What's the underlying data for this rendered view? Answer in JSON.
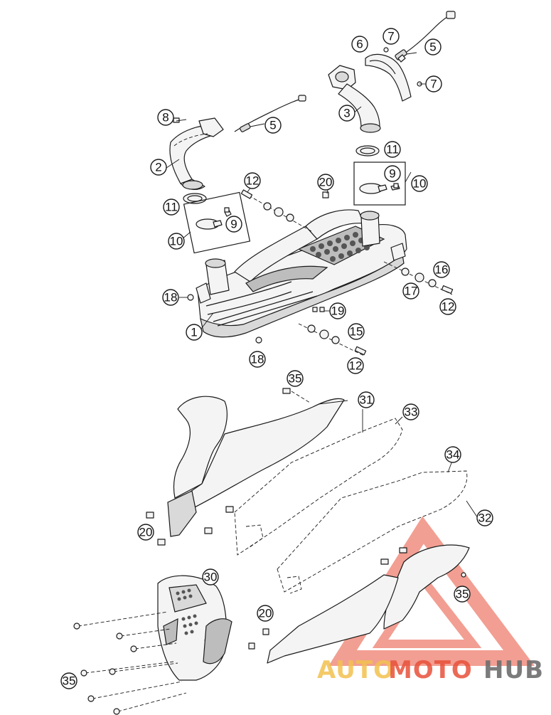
{
  "diagram": {
    "callouts": [
      {
        "id": "c1",
        "label": "1"
      },
      {
        "id": "c2",
        "label": "2"
      },
      {
        "id": "c3",
        "label": "3"
      },
      {
        "id": "c5a",
        "label": "5"
      },
      {
        "id": "c5b",
        "label": "5"
      },
      {
        "id": "c6",
        "label": "6"
      },
      {
        "id": "c7a",
        "label": "7"
      },
      {
        "id": "c7b",
        "label": "7"
      },
      {
        "id": "c8",
        "label": "8"
      },
      {
        "id": "c9a",
        "label": "9"
      },
      {
        "id": "c9b",
        "label": "9"
      },
      {
        "id": "c10a",
        "label": "10"
      },
      {
        "id": "c10b",
        "label": "10"
      },
      {
        "id": "c11a",
        "label": "11"
      },
      {
        "id": "c11b",
        "label": "11"
      },
      {
        "id": "c12a",
        "label": "12"
      },
      {
        "id": "c12b",
        "label": "12"
      },
      {
        "id": "c12c",
        "label": "12"
      },
      {
        "id": "c15",
        "label": "15"
      },
      {
        "id": "c16",
        "label": "16"
      },
      {
        "id": "c17",
        "label": "17"
      },
      {
        "id": "c18a",
        "label": "18"
      },
      {
        "id": "c18b",
        "label": "18"
      },
      {
        "id": "c19",
        "label": "19"
      },
      {
        "id": "c20a",
        "label": "20"
      },
      {
        "id": "c20b",
        "label": "20"
      },
      {
        "id": "c20c",
        "label": "20"
      },
      {
        "id": "c30",
        "label": "30"
      },
      {
        "id": "c31",
        "label": "31"
      },
      {
        "id": "c32",
        "label": "32"
      },
      {
        "id": "c33",
        "label": "33"
      },
      {
        "id": "c34",
        "label": "34"
      },
      {
        "id": "c35a",
        "label": "35"
      },
      {
        "id": "c35b",
        "label": "35"
      },
      {
        "id": "c35c",
        "label": "35"
      }
    ]
  },
  "watermark": {
    "part1": "AUTO",
    "part2": "MOTO",
    "part3": "HUB",
    "colors": {
      "auto": "#f2c14e",
      "moto": "#e8503a",
      "hub": "#6d6d6d",
      "triangle": "#e8503a"
    }
  }
}
